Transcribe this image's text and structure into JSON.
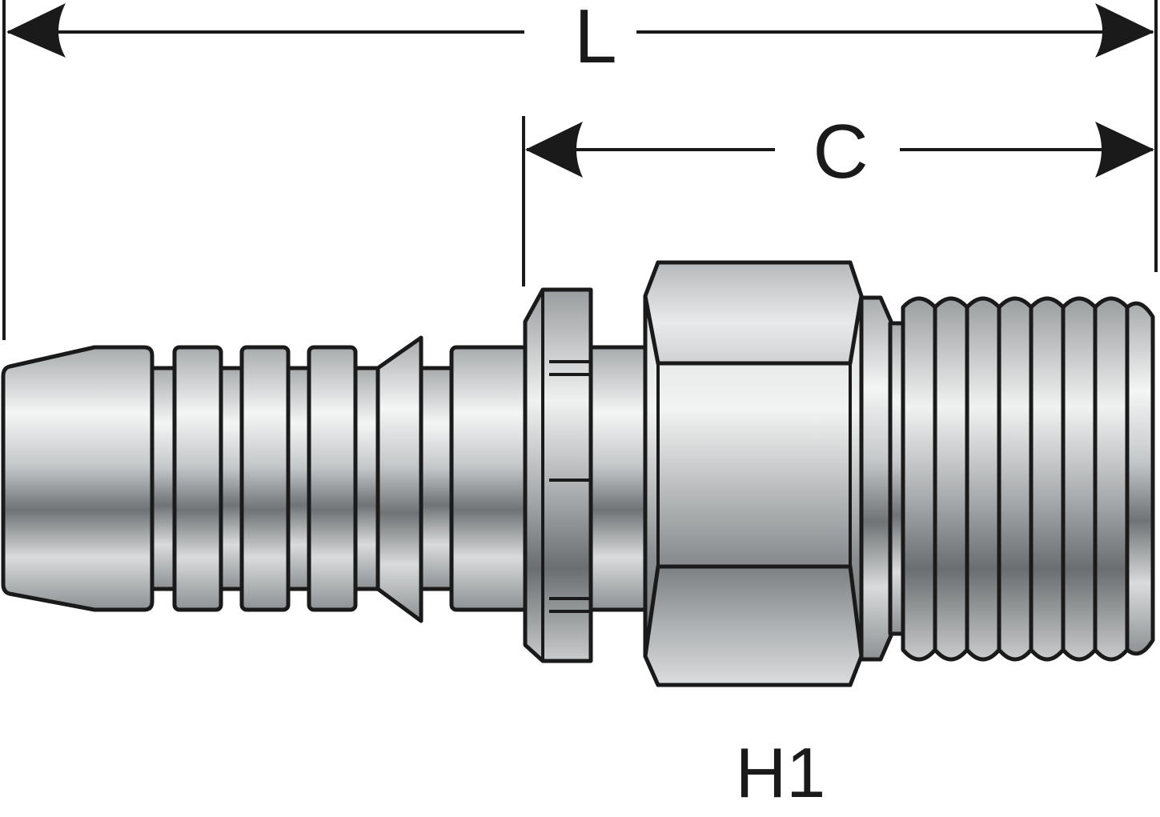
{
  "dimensions": {
    "overall_length_label": "L",
    "thread_length_label": "C"
  },
  "callouts": {
    "hex_label": "H1"
  }
}
